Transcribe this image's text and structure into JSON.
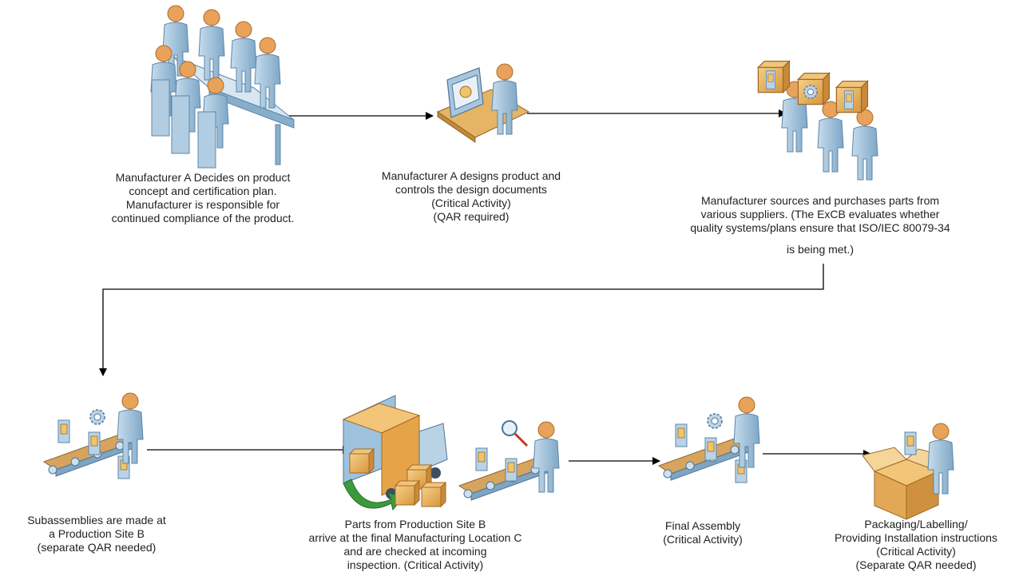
{
  "colors": {
    "person": "#9cc0da",
    "person_dark": "#5d86a8",
    "belt": "#d6a45e",
    "box": "#e8b15c",
    "truck_body": "#e6a448",
    "green_arrow": "#3c9a3c",
    "line": "#000000"
  },
  "icons": [
    "meeting-table-icon",
    "designer-workstation-icon",
    "suppliers-icon",
    "assembly-line-icon",
    "delivery-truck-icon",
    "inspection-line-icon",
    "final-assembly-icon",
    "packaging-icon"
  ],
  "steps": [
    {
      "id": "concept",
      "lines": [
        "Manufacturer A Decides on product",
        "concept and certification plan.",
        "Manufacturer is responsible for",
        "continued compliance of the product."
      ]
    },
    {
      "id": "design",
      "lines": [
        "Manufacturer A designs product and",
        "controls the design documents",
        "(Critical Activity)",
        "(QAR required)"
      ]
    },
    {
      "id": "sourcing",
      "lines": [
        "Manufacturer sources and purchases parts from",
        "various suppliers.  (The ExCB evaluates whether",
        "quality systems/plans ensure that ISO/IEC 80079-34",
        "is being met.)"
      ]
    },
    {
      "id": "subassembly",
      "lines": [
        "Subassemblies are made at",
        "a Production Site B",
        "(separate QAR needed)"
      ]
    },
    {
      "id": "incoming",
      "lines": [
        "Parts from Production Site B",
        "arrive at the final Manufacturing Location C",
        "and are checked at incoming",
        "inspection.  (Critical Activity)"
      ]
    },
    {
      "id": "final",
      "lines": [
        "Final Assembly",
        "(Critical Activity)"
      ]
    },
    {
      "id": "packaging",
      "lines": [
        "Packaging/Labelling/",
        "Providing Installation instructions",
        "(Critical Activity)",
        "(Separate QAR needed)"
      ]
    }
  ]
}
